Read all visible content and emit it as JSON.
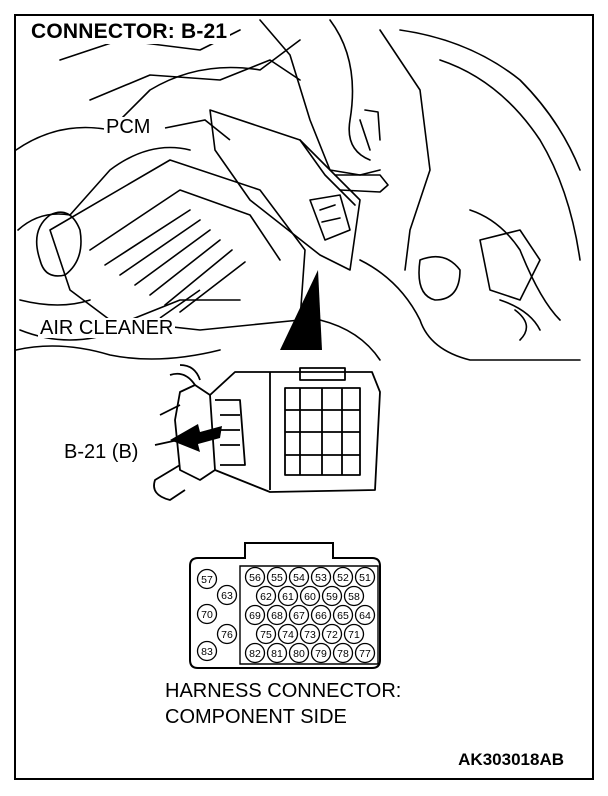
{
  "title": "CONNECTOR: B-21",
  "labels": {
    "pcm": "PCM",
    "air_cleaner": "AIR CLEANER",
    "connector_ref": "B-21 (B)"
  },
  "caption": {
    "line1": "HARNESS CONNECTOR:",
    "line2": "COMPONENT SIDE"
  },
  "figure_code": "AK303018AB",
  "pins": {
    "left_column": [
      "57",
      "63",
      "70",
      "76",
      "83"
    ],
    "row1": [
      "56",
      "55",
      "54",
      "53",
      "52",
      "51"
    ],
    "row2": [
      "62",
      "61",
      "60",
      "59",
      "58"
    ],
    "row3": [
      "69",
      "68",
      "67",
      "66",
      "65",
      "64"
    ],
    "row4": [
      "75",
      "74",
      "73",
      "72",
      "71"
    ],
    "row5": [
      "82",
      "81",
      "80",
      "79",
      "78",
      "77"
    ]
  }
}
